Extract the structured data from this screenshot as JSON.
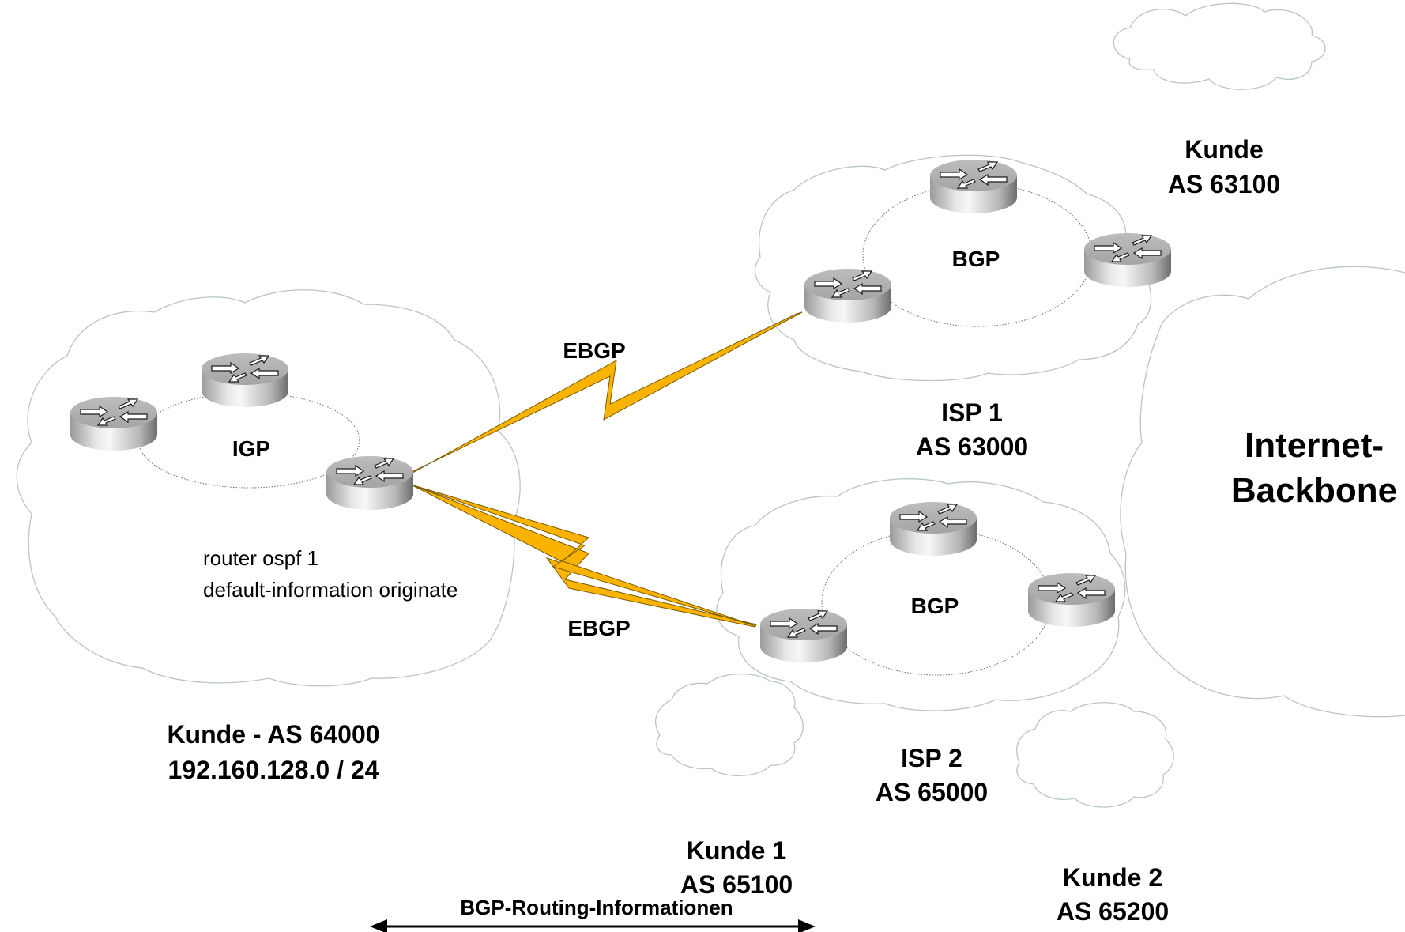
{
  "diagram": {
    "type": "network-topology",
    "colors": {
      "link": "#f9b300",
      "cloud_outline": "#b8c4c8",
      "router_body": "#b0b0b0"
    },
    "customer": {
      "protocol_label": "IGP",
      "config_line_1": "router ospf 1",
      "config_line_2": "default-information originate",
      "name_line": "Kunde - AS 64000",
      "prefix_line": "192.160.128.0 / 24"
    },
    "links": [
      {
        "label": "EBGP",
        "from": "Kunde - AS 64000",
        "to": "ISP 1"
      },
      {
        "label": "EBGP",
        "from": "Kunde - AS 64000",
        "to": "ISP 2"
      }
    ],
    "isp1": {
      "protocol_label": "BGP",
      "name_line": "ISP 1",
      "as_line": "AS 63000"
    },
    "isp2": {
      "protocol_label": "BGP",
      "name_line": "ISP 2",
      "as_line": "AS 65000"
    },
    "kunde_63100": {
      "name_line": "Kunde",
      "as_line": "AS 63100"
    },
    "kunde1": {
      "name_line": "Kunde 1",
      "as_line": "AS 65100"
    },
    "kunde2": {
      "name_line": "Kunde 2",
      "as_line": "AS 65200"
    },
    "backbone": {
      "line_1": "Internet-",
      "line_2": "Backbone"
    },
    "flow_arrow": {
      "label": "BGP-Routing-Informationen"
    },
    "icons": {
      "router": "router-icon",
      "cloud": "cloud-icon",
      "serial_link": "lightning-bolt-icon"
    }
  }
}
